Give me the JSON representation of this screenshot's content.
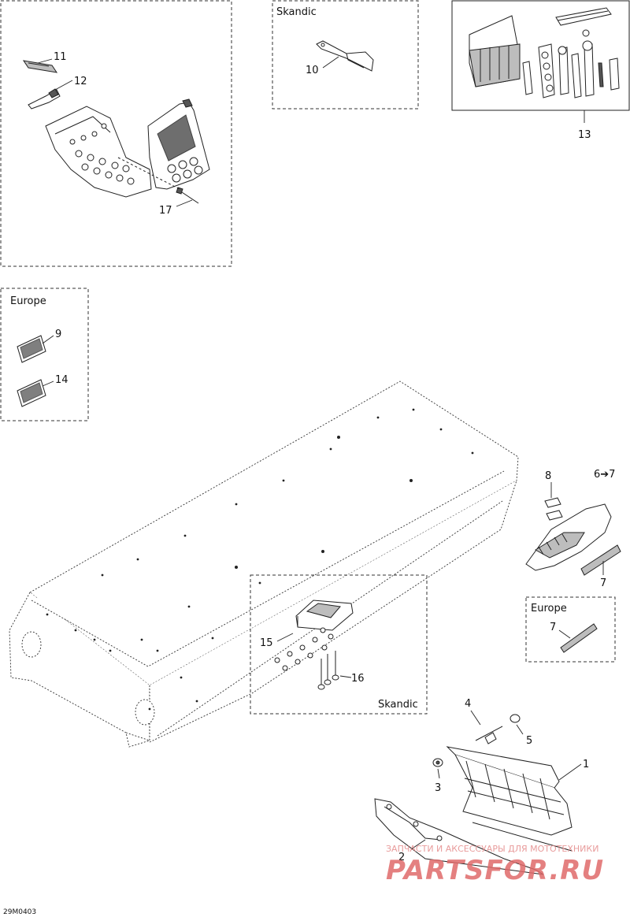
{
  "figure_code": "29M0403",
  "regions": {
    "skandic_top": "Skandic",
    "europe_left": "Europe",
    "europe_right": "Europe",
    "skandic_center": "Skandic"
  },
  "callouts": {
    "c1": "1",
    "c2": "2",
    "c3": "3",
    "c4": "4",
    "c5": "5",
    "c6to7": "6➔7",
    "c7a": "7",
    "c7b": "7",
    "c8": "8",
    "c9": "9",
    "c10": "10",
    "c11": "11",
    "c12": "12",
    "c13": "13",
    "c14": "14",
    "c15": "15",
    "c16": "16",
    "c17": "17"
  },
  "watermark": {
    "line1": "ЗАПЧАСТИ И АКСЕССУАРЫ ДЛЯ МОТОТЕХНИКИ",
    "line2": "PARTSFOR.RU"
  }
}
